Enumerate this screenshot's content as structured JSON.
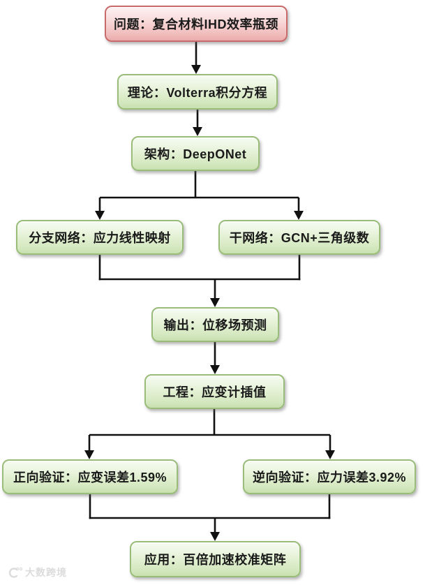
{
  "diagram": {
    "type": "flowchart",
    "direction": "top-down",
    "nodes": {
      "problem": {
        "label": "问题：复合材料IHD效率瓶颈",
        "kind": "problem",
        "shape": "rounded-rect"
      },
      "theory": {
        "label": "理论：Volterra积分方程",
        "kind": "step",
        "shape": "rounded-rect"
      },
      "architecture": {
        "label": "架构：DeepONet",
        "kind": "step",
        "shape": "rounded-rect"
      },
      "branch_network": {
        "label": "分支网络：应力线性映射",
        "kind": "step",
        "shape": "rounded-rect"
      },
      "trunk_network": {
        "label": "干网络：GCN+三角级数",
        "kind": "step",
        "shape": "rounded-rect"
      },
      "output": {
        "label": "输出：位移场预测",
        "kind": "step",
        "shape": "rounded-rect"
      },
      "engineering": {
        "label": "工程：应变计插值",
        "kind": "step",
        "shape": "rounded-rect"
      },
      "forward_validation": {
        "label": "正向验证：应变误差1.59%",
        "kind": "step",
        "shape": "rounded-rect"
      },
      "inverse_validation": {
        "label": "逆向验证：应力误差3.92%",
        "kind": "step",
        "shape": "rounded-rect"
      },
      "application": {
        "label": "应用：百倍加速校准矩阵",
        "kind": "step",
        "shape": "rounded-rect"
      }
    },
    "edges": [
      {
        "from": "problem",
        "to": "theory"
      },
      {
        "from": "theory",
        "to": "architecture"
      },
      {
        "from": "architecture",
        "to": "branch_network"
      },
      {
        "from": "architecture",
        "to": "trunk_network"
      },
      {
        "from": "branch_network",
        "to": "output"
      },
      {
        "from": "trunk_network",
        "to": "output"
      },
      {
        "from": "output",
        "to": "engineering"
      },
      {
        "from": "engineering",
        "to": "forward_validation"
      },
      {
        "from": "engineering",
        "to": "inverse_validation"
      },
      {
        "from": "forward_validation",
        "to": "application"
      },
      {
        "from": "inverse_validation",
        "to": "application"
      }
    ],
    "colors": {
      "problem_fill": "#f5caca",
      "problem_border": "#c96a6a",
      "step_fill": "#ddedcb",
      "step_border": "#99bc79",
      "arrow": "#111111",
      "text": "#1a1a1a",
      "watermark": "#dcdcdc"
    }
  },
  "watermark": {
    "text": "大数跨境"
  }
}
